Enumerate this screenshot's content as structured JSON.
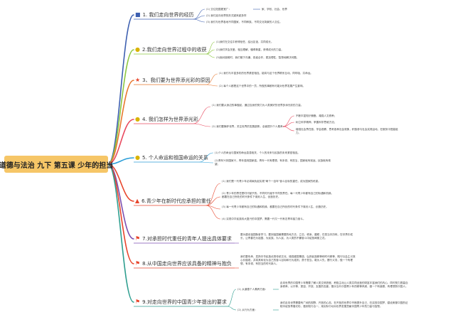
{
  "root": {
    "title": "道德与法治 九下 第五课 少年的担当"
  },
  "colors": {
    "root_bg": "#f6c667",
    "branches": [
      "#3d5fb0",
      "#8cc63f",
      "#e8772e",
      "#e84a5f",
      "#2b9ed8",
      "#e8452b",
      "#7b4fb0",
      "#e8452b",
      "#2e9e8f"
    ]
  },
  "branches": [
    {
      "icon": "blue-square-icon",
      "label": "1. 我们走向世界的经历",
      "leaves": [
        {
          "text": "(1) 交往范围更宽广："
        },
        {
          "text": "家、学校、社会、世界"
        },
        {
          "text": "(2) 我们走向世界的形式越来越多样"
        },
        {
          "text": "(3) 我们与世界各地不同国家、不同种族、不同文化背景的人交往。"
        }
      ]
    },
    {
      "icon": "lightbulb-icon",
      "label": "2.我们走向世界过程中的收获",
      "leaves": [
        {
          "text": "(1)我们在交往中获得信任、结出友谊，共同成长。"
        },
        {
          "text": "(2)我们学会关爱、相互理解，懂得尊重，获得成长的力量。"
        },
        {
          "text": "(3)面对困难时，我们敢于沟通、真诚合作，更加理性、智慧地解决问题。"
        }
      ]
    },
    {
      "icon": "star-icon",
      "label": "3、我们要为世界添光彩的原因",
      "leaves": [
        {
          "text": "(1) 我们与丰富多彩的世界紧密相连，能将与这个世界联系互动、同呼吸、共命运。"
        },
        {
          "text": "(2) 每个人都是这个世界中的一员，所做的事都有可能对世界发展产生影响。"
        }
      ]
    },
    {
      "icon": "lightbulb-icon",
      "label": "4. 我们怎样为世界添光彩",
      "leaves": [
        {
          "text": "(1) 我们要从身边的事做起，通过自身的努力为人类美好的世界多添光彩的力量。"
        },
        {
          "text": "(2) 我们要胸怀世界，关注世界的发展趋势，全面提升个人素养："
        },
        {
          "text": "不断丰富知识储备，增强人文修养；"
        },
        {
          "text": "树立科学精神，掌握科学思维方法；"
        },
        {
          "text": "增强社会责任感，学会观察、思考各种社会现象，积极参与社会实践活动，在服务中提高能力。"
        }
      ]
    },
    {
      "icon": "lightbulb-icon",
      "label": "5. 个人命运和祖国命运的关系",
      "leaves": [
        {
          "text": "(1)个人的命运与国家的命运息息相关，个人的未来与民族的未来紧密相连。"
        },
        {
          "text": "(2)青年兴则国家兴，青年强则国家强。青年一代有理想、有本领、有担当，国家就有前途，民族就有希望。"
        }
      ]
    },
    {
      "icon": "flame-icon",
      "label": "6.青少年在新时代应承担的重任",
      "leaves": [
        {
          "text": "(1) 我们是一代青少年必将肩负起实现\"两个一百年\"奋斗目标的重任，成为国家的栋梁。"
        },
        {
          "text": "(2) 青少年的责任是时代赋予的。不同时代赋予不同的责任。每一代青少年都有自己的际遇和机缘，都要在自己所处的时代条件下谋划人生、创造历史。"
        },
        {
          "text": "(3) 每一代青少年都有自己的际遇和机缘，都要在自己所处的时代条件下谋划人生、创造历史。"
        },
        {
          "text": "(4) 实现中华民族伟大复兴的中国梦，需要一代又一代有志青年接力奋斗。"
        }
      ]
    },
    {
      "icon": "flag-icon",
      "label": "7.对承担时代重任的青年人提出具体要求",
      "leaves": [
        {
          "text": "要为建设祖国勤奋学习，要到祖国最需要的地方去，立志、修身、磨砺，在担当中历练，在尽责中成长，让青春在为祖国、为民族、为人民、为人类的不懈奋斗中绽放绚丽之花。"
        }
      ]
    },
    {
      "icon": "flag-icon",
      "label": "8.从中国走向世界应该具备的精神与抱负",
      "leaves": [
        {
          "text": "我们要传承、发扬中华民族优秀传统文化，增强爱国情感，弘扬民族精神和时代精神，践行社会主义核心价值观，并将其转化为自己的奋斗目标和行为准则，勇于担当，敢为人先，履行义务，做一个有理想、有本领、有担当的时代新人。"
        }
      ]
    },
    {
      "icon": "flag-icon",
      "label": "9.对走向世界的中国青少年提出的要求",
      "leaves": [
        {
          "text": "(1) 从道德个人素养方面："
        },
        {
          "text": "走向世界的中国青少年需要了解人类文明进程，积极主动让人类共同创造的财富丰富我们的内心，同时努力提高自身修养，以平等、宽容、开放、友善的态度，展示当代中国青少年的精神风貌，做一个有道德、有理想的中国人。"
        },
        {
          "text": "(2) 从行为方面："
        },
        {
          "text": "我们走向世界需要有广阔的视野、开放的心态，在开放的世界中不断提升自己，在实现中国梦、建设美丽中国的征程中绽放青春光彩，做到知行合一，用实际行动为世界发展贡献中国青少年的力量与智慧。"
        }
      ]
    }
  ]
}
